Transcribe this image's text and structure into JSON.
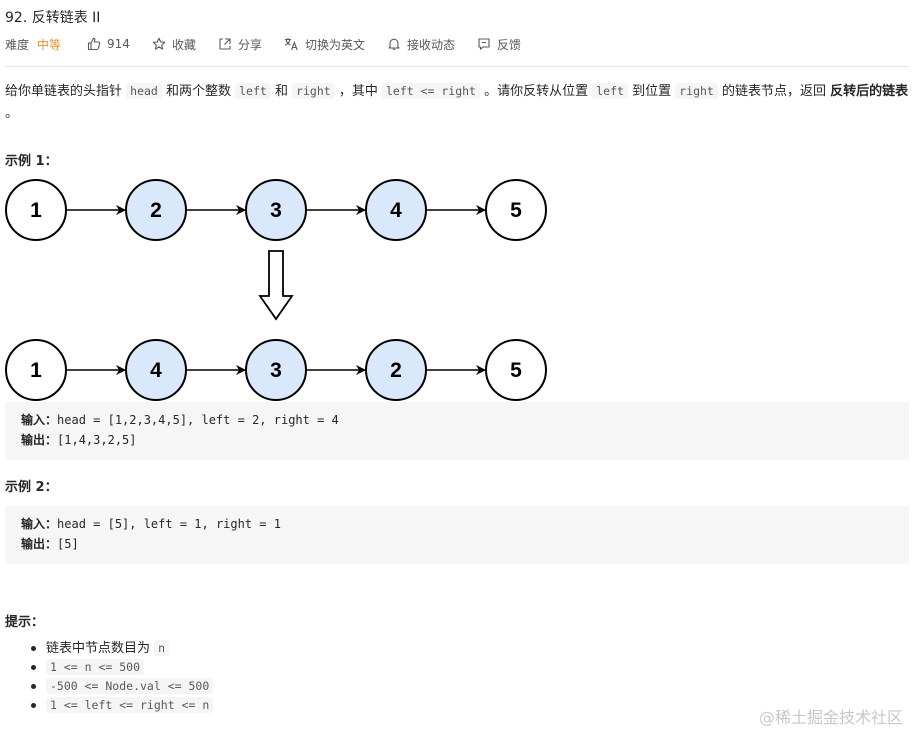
{
  "problem": {
    "title": "92. 反转链表 II",
    "difficulty_label": "难度",
    "difficulty": "中等",
    "likes": "914",
    "favorite": "收藏",
    "share": "分享",
    "switch_lang": "切换为英文",
    "follow": "接收动态",
    "feedback": "反馈"
  },
  "description": {
    "t1": "给你单链表的头指针 ",
    "c1": "head",
    "t2": " 和两个整数 ",
    "c2": "left",
    "t3": " 和 ",
    "c3": "right",
    "t4": " ，其中 ",
    "c4": "left <= right",
    "t5": " 。请你反转从位置 ",
    "c5": "left",
    "t6": " 到位置 ",
    "c6": "right",
    "t7": " 的链表节点，返回 ",
    "bold": "反转后的链表",
    "t8": " 。"
  },
  "examples": [
    {
      "heading": "示例 1：",
      "input_label": "输入：",
      "input": "head = [1,2,3,4,5], left = 2, right = 4",
      "output_label": "输出：",
      "output": "[1,4,3,2,5]"
    },
    {
      "heading": "示例 2：",
      "input_label": "输入：",
      "input": "head = [5], left = 1, right = 1",
      "output_label": "输出：",
      "output": "[5]"
    }
  ],
  "diagram": {
    "before": [
      "1",
      "2",
      "3",
      "4",
      "5"
    ],
    "after": [
      "1",
      "4",
      "3",
      "2",
      "5"
    ],
    "highlight_color": "#dae8fc",
    "plain_color": "#ffffff"
  },
  "hints": {
    "heading": "提示：",
    "items": [
      {
        "text": "链表中节点数目为 ",
        "code": "n"
      },
      {
        "text": "",
        "code": "1 <= n <= 500"
      },
      {
        "text": "",
        "code": "-500 <= Node.val <= 500"
      },
      {
        "text": "",
        "code": "1 <= left <= right <= n"
      }
    ]
  },
  "watermark": "@稀土掘金技术社区",
  "colors": {
    "medium": "#ef8f32"
  }
}
